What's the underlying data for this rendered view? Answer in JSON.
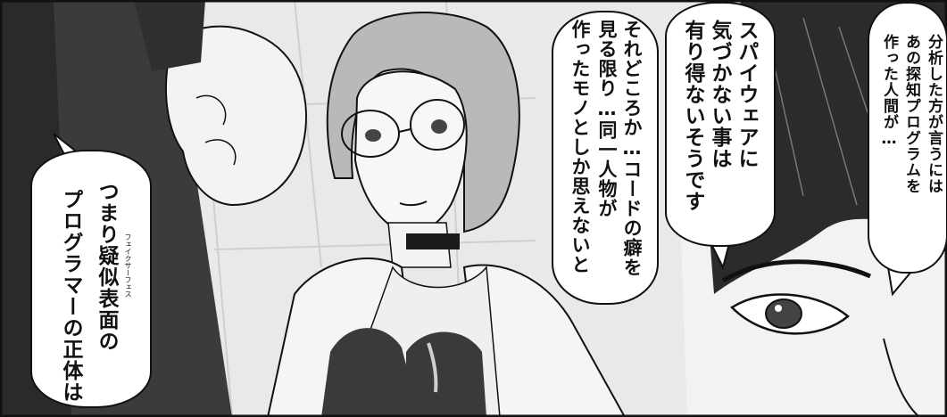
{
  "panel": {
    "left_bubble": {
      "line1": "つまり疑似表面の",
      "line2": "プログラマーの正体は…",
      "ruby": "フェイクサーフェス"
    },
    "center_bubble": {
      "line1": "それどころか…コードの癖を",
      "line2": "見る限り…同一人物が",
      "line3": "作ったモノとしか思えないと"
    },
    "middle_bubble": {
      "line1": "スパイウェアに",
      "line2": "気づかない事は",
      "line3": "有り得ないそうです"
    },
    "right_bubble": {
      "line1": "分析した方が言うには",
      "line2": "あの探知プログラムを",
      "line3": "作った人間が…"
    }
  },
  "colors": {
    "ink": "#111111",
    "paper": "#ffffff",
    "screentone_dark": "#3a3a3a",
    "screentone_mid": "#8a8a8a",
    "screentone_light": "#d8d8d8"
  }
}
